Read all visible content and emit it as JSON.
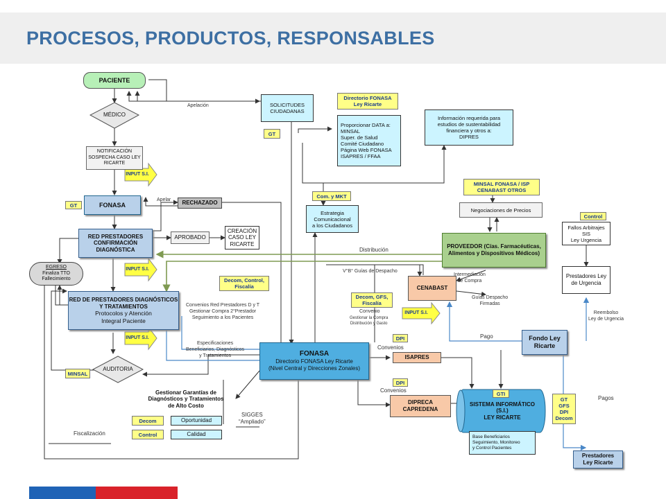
{
  "page": {
    "title": "PROCESOS, PRODUCTOS, RESPONSABLES"
  },
  "nodes": {
    "paciente": "PACIENTE",
    "medico": "MÉDICO",
    "notificacion": "NOTIFICACIÓN\nSOSPECHA CASO LEY\nRICARTE",
    "fonasa_left": "FONASA",
    "rechazado": "RECHAZADO",
    "red_prestadores": "RED PRESTADORES\nCONFIRMACIÓN\nDIAGNÓSTICA",
    "aprobado": "APROBADO",
    "creacion": "CREACIÓN\nCASO LEY\nRICARTE",
    "egreso_title": "EGRESO",
    "egreso": "Finaliza TTO\nFallecimiento",
    "red_diag_title": "RED DE PRESTADORES DIAGNÓSTICOS\nY TRATAMIENTOS",
    "red_diag_body": "Protocolos y Atención\nIntegral Paciente",
    "auditoria": "AUDITORIA",
    "solicitudes": "SOLICITUDES\nCIUDADANAS",
    "proporcionar": "Proporcionar DATA a:\nMINSAL\nSuper. de Salud\nComité Ciudadano\nPágina Web FONASA\nISAPRES / FFAA",
    "info_requerida": "Información requerida para\nestudios de sustentabilidad\nfinanciera y otros a:\nDIPRES",
    "estrategia": "Estrategia\nComunicacional\na los Ciudadanos",
    "negociaciones": "Negociaciones de Precios",
    "proveedor": "PROVEEDOR (Cías. Farmacéuticas,\nAlimentos y Dispositivos Médicos)",
    "cenabast": "CENABAST",
    "fallos": "Fallos Arbitrajes\nSIS\nLey Urgencia",
    "prestadores_urgencia": "Prestadores Ley\nde Urgencia",
    "fondo": "Fondo Ley\nRicarte",
    "fonasa_center_title": "FONASA",
    "fonasa_center_body": "Directorio FONASA Ley Ricarte\n(Nivel Central y Direcciones Zonales)",
    "isapres": "ISAPRES",
    "dipreca": "DIPRECA\nCAPREDENA",
    "sistema": "SISTEMA INFORMÁTICO\n(S.I.)\nLEY RICARTE",
    "base": "Base Beneficiarios\nSeguimiento, Monitoreo\ny Control Pacientes",
    "prestadores_ricarte": "Prestadores\nLey Ricarte",
    "gestionar": "Gestionar Garantías de\nDiagnósticos y Tratamientos\nde Alto Costo",
    "oportunidad": "Oportunidad",
    "calidad": "Calidad"
  },
  "tags": {
    "directorio": "Directorio FONASA\nLey Ricarte",
    "gt_solicitudes": "GT",
    "input1": "INPUT S.I.",
    "gt_fonasa": "GT",
    "input2": "INPUT S.I.",
    "decom_control_fiscalia": "Decom, Control,\nFiscalía",
    "input3": "INPUT S.I.",
    "minsal": "MINSAL",
    "com_mkt": "Com. y MKT",
    "minsal_fonasa": "MINSAL FONASA / ISP\nCENABAST  OTROS",
    "control": "Control",
    "decom_gfs": "Decom, GFS,\nFiscalía",
    "input4": "INPUT S.I.",
    "dpi1": "DPI",
    "dpi2": "DPI",
    "gti": "GTI",
    "gt_gfs_dpi_decom": "GT\nGFS\nDPI\nDecom",
    "decom_bottom": "Decom",
    "control_bottom": "Control"
  },
  "labels": {
    "apelacion": "Apelación",
    "apelar": "Apelar",
    "distribucion": "Distribución",
    "vb_guias": "V°B° Guías de Despacho",
    "intermediacion": "Intermediación\nde Compra",
    "guias_despacho": "Guías Despacho\nFirmadas",
    "reembolso": "Reembolso\nLey de Urgencia",
    "pago": "Pago",
    "pagos": "Pagos",
    "convenio_title": "Convenio",
    "convenio_body": "Gestionar la Compra\nDistribución y Gasto",
    "convenios_red": "Convenios Red Prestadores D y T\nGestionar Compra 2°Prestador\nSeguimiento a los Pacientes",
    "especificaciones": "Especificaciones\nBeneficiarios, Diagnósticos\ny Tratamientos",
    "convenios1": "Convenios",
    "convenios2": "Convenios",
    "sigges": "SIGGES\n“Ampliado”",
    "fiscalizacion": "Fiscalización"
  },
  "colors": {
    "title": "#3d6fa3",
    "brand_blue": "#1f63b6",
    "brand_red": "#d9222a",
    "distribution_line": "#7f9a52",
    "payment_line": "#4a88c8"
  }
}
